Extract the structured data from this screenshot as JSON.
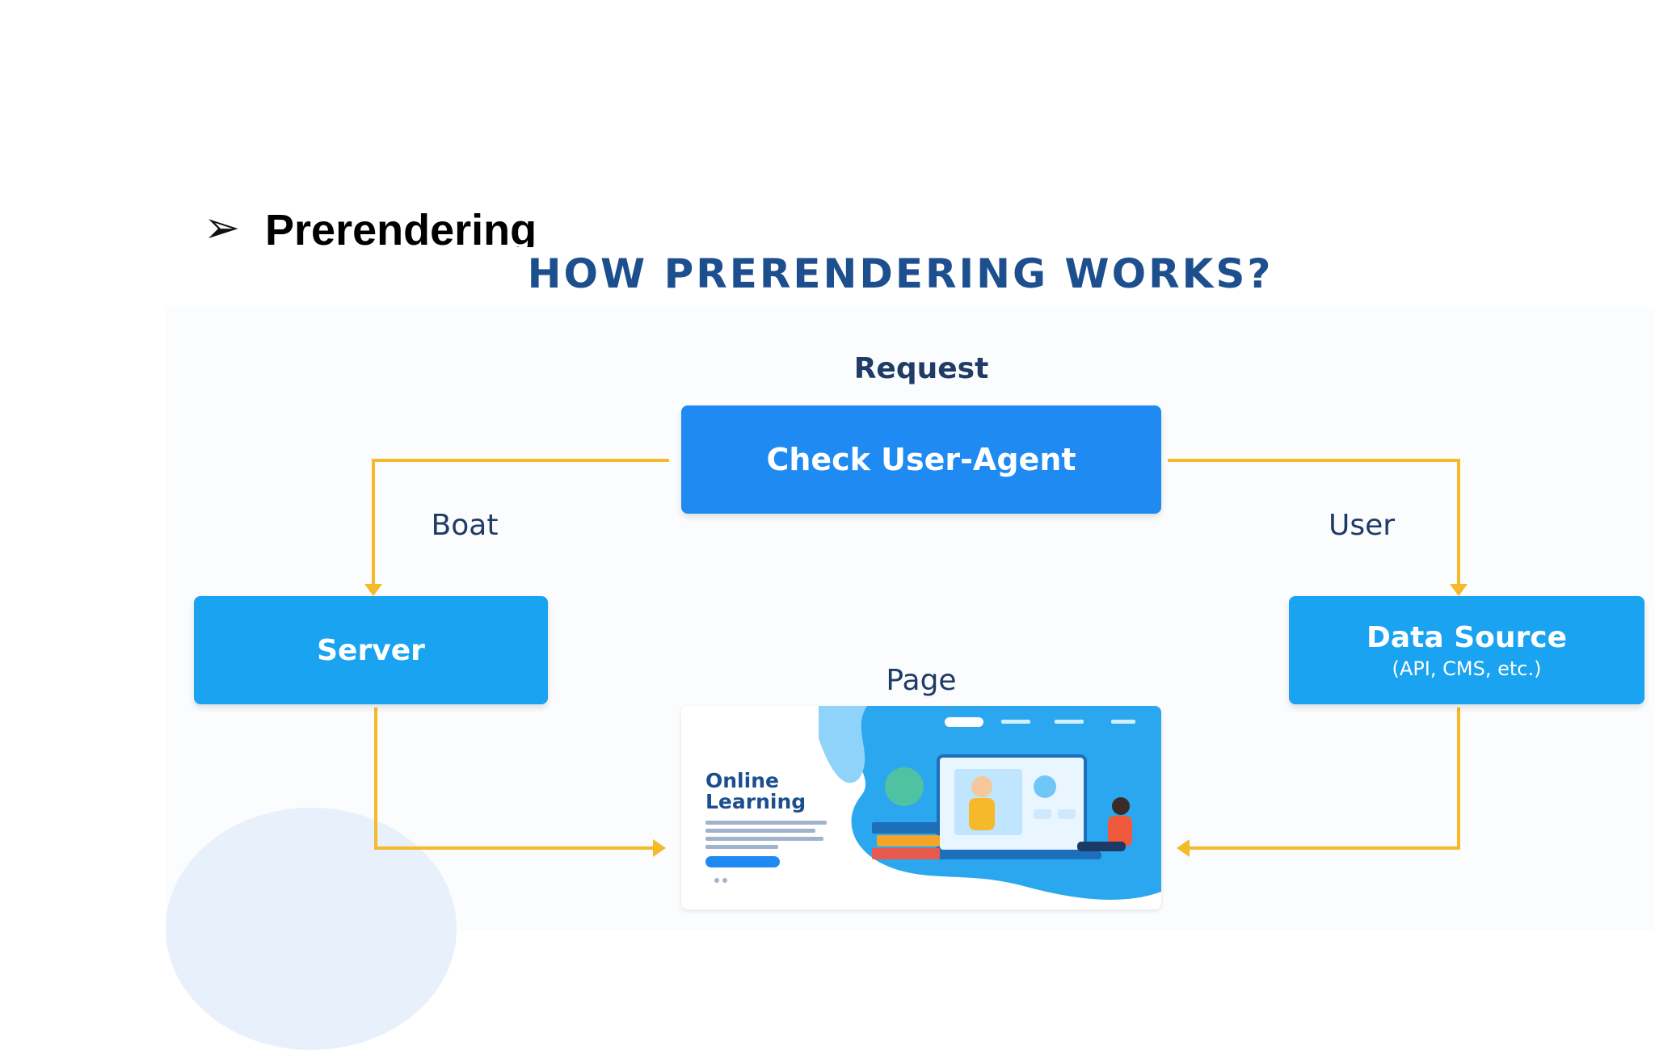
{
  "bullet": {
    "marker": "➢",
    "text": "Prerendering"
  },
  "diagram": {
    "title": "HOW PRERENDERING WORKS?",
    "labels": {
      "request": "Request",
      "boat": "Boat",
      "user": "User",
      "page": "Page"
    },
    "nodes": {
      "check_user_agent": "Check User-Agent",
      "server": "Server",
      "data_source": "Data Source",
      "data_source_sub": "(API, CMS, etc.)"
    },
    "page_illustration": {
      "line1": "Online",
      "line2": "Learning"
    },
    "colors": {
      "title": "#1d4f8f",
      "box_primary": "#1f8bf2",
      "box_secondary": "#1aa3f0",
      "connector": "#f6b92a"
    }
  }
}
